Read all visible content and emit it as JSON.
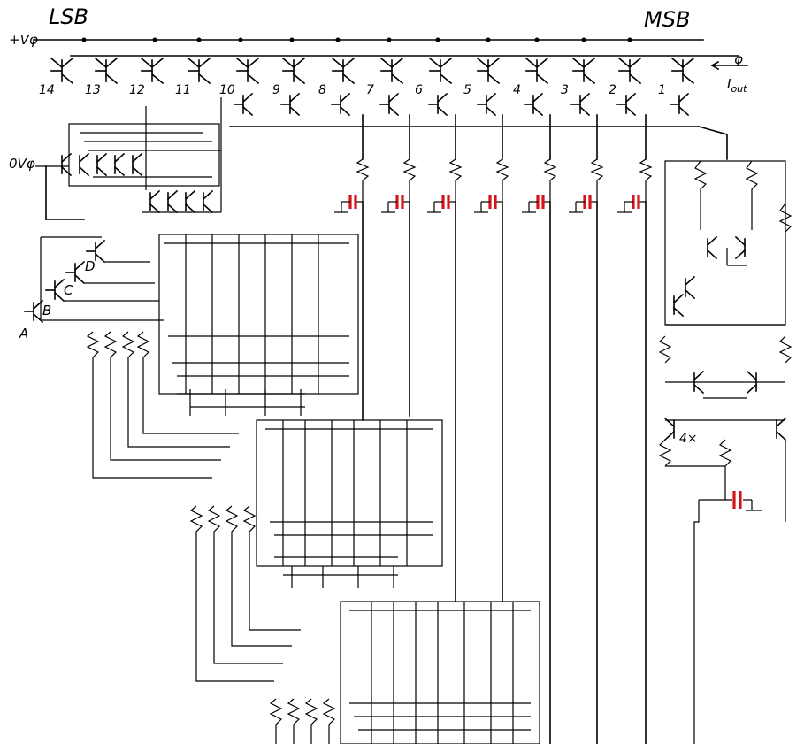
{
  "labels": {
    "lsb": "LSB",
    "msb": "MSB",
    "supply": "+Vφ",
    "ground": "0Vφ",
    "out_node": "φ",
    "out_current": "I",
    "out_sub": "out",
    "mirror_ratio": "4×"
  },
  "bits": [
    "14",
    "13",
    "12",
    "11",
    "10",
    "9",
    "8",
    "7",
    "6",
    "5",
    "4",
    "3",
    "2",
    "1"
  ],
  "inputs": [
    "A",
    "B",
    "C",
    "D"
  ],
  "colors": {
    "ink": "#000000",
    "capacitor": "#d4141a",
    "background": "#ffffff"
  }
}
